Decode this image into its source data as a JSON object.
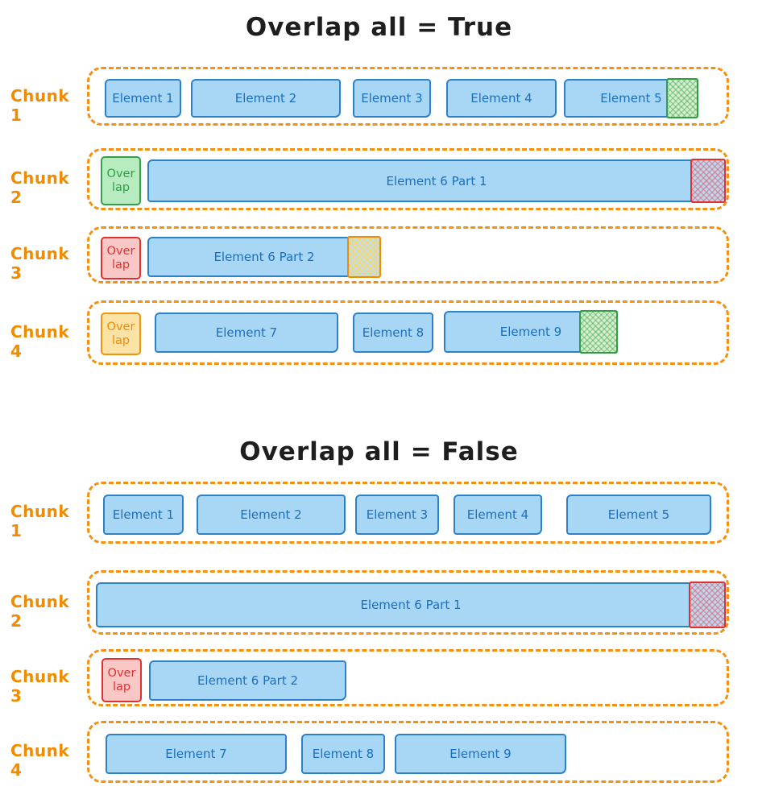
{
  "colors": {
    "chunk_outline_orange": "#f08c00",
    "element_fill_blue": "#a8d6f5",
    "element_border_blue": "#2e81c6",
    "element_text_blue": "#1b6fbd",
    "overlap_green_border": "#2f9e44",
    "overlap_green_fill": "#b7ecc0",
    "overlap_red_border": "#e03131",
    "overlap_red_fill": "#fac7c7",
    "overlap_orange_border": "#f0930f",
    "overlap_orange_fill": "#fae3a4",
    "title_text": "#1e1e1e"
  },
  "sections": [
    {
      "title": "Overlap all = True",
      "chunks": [
        {
          "label": "Chunk 1",
          "elements": [
            {
              "label": "Element 1"
            },
            {
              "label": "Element 2"
            },
            {
              "label": "Element 3"
            },
            {
              "label": "Element 4"
            },
            {
              "label": "Element 5",
              "end_overlap": "green"
            }
          ]
        },
        {
          "label": "Chunk 2",
          "lead_overlap": {
            "text": "Over lap",
            "color": "green"
          },
          "elements": [
            {
              "label": "Element 6 Part 1",
              "end_overlap": "red"
            }
          ]
        },
        {
          "label": "Chunk 3",
          "lead_overlap": {
            "text": "Over lap",
            "color": "red"
          },
          "elements": [
            {
              "label": "Element 6 Part 2",
              "end_overlap": "orange"
            }
          ]
        },
        {
          "label": "Chunk 4",
          "lead_overlap": {
            "text": "Over lap",
            "color": "orange"
          },
          "elements": [
            {
              "label": "Element 7"
            },
            {
              "label": "Element 8"
            },
            {
              "label": "Element 9",
              "end_overlap": "green"
            }
          ]
        }
      ]
    },
    {
      "title": "Overlap all = False",
      "chunks": [
        {
          "label": "Chunk 1",
          "elements": [
            {
              "label": "Element 1"
            },
            {
              "label": "Element 2"
            },
            {
              "label": "Element 3"
            },
            {
              "label": "Element 4"
            },
            {
              "label": "Element 5"
            }
          ]
        },
        {
          "label": "Chunk 2",
          "elements": [
            {
              "label": "Element 6 Part 1",
              "end_overlap": "red"
            }
          ]
        },
        {
          "label": "Chunk 3",
          "lead_overlap": {
            "text": "Over lap",
            "color": "red"
          },
          "elements": [
            {
              "label": "Element 6 Part 2"
            }
          ]
        },
        {
          "label": "Chunk 4",
          "elements": [
            {
              "label": "Element 7"
            },
            {
              "label": "Element 8"
            },
            {
              "label": "Element 9"
            }
          ]
        }
      ]
    }
  ]
}
